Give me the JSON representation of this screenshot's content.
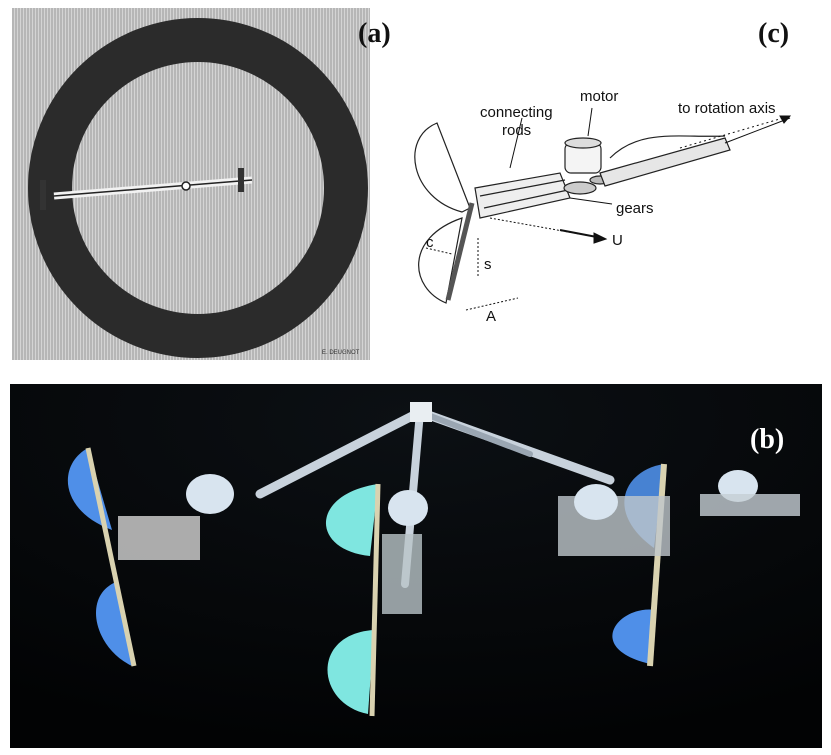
{
  "panel_a": {
    "label": "(a)",
    "engraver_signature": "E. DEUGNOT"
  },
  "panel_b": {
    "label": "(b)"
  },
  "panel_c": {
    "label": "(c)",
    "callouts": {
      "connecting_rods_line1": "connecting",
      "connecting_rods_line2": "rods",
      "motor": "motor",
      "to_rotation_axis": "to rotation axis",
      "gears": "gears",
      "velocity": "U",
      "chord": "c",
      "span": "s",
      "amplitude": "A"
    }
  },
  "colors": {
    "engraving_bg": "#c9c9c9",
    "engraving_ring": "#2f2f2f",
    "photo_bg": "#050608",
    "wing_blue": "#4f8fe8",
    "wing_cyan": "#7fe6e0",
    "rod_light": "#c8d2dc"
  }
}
